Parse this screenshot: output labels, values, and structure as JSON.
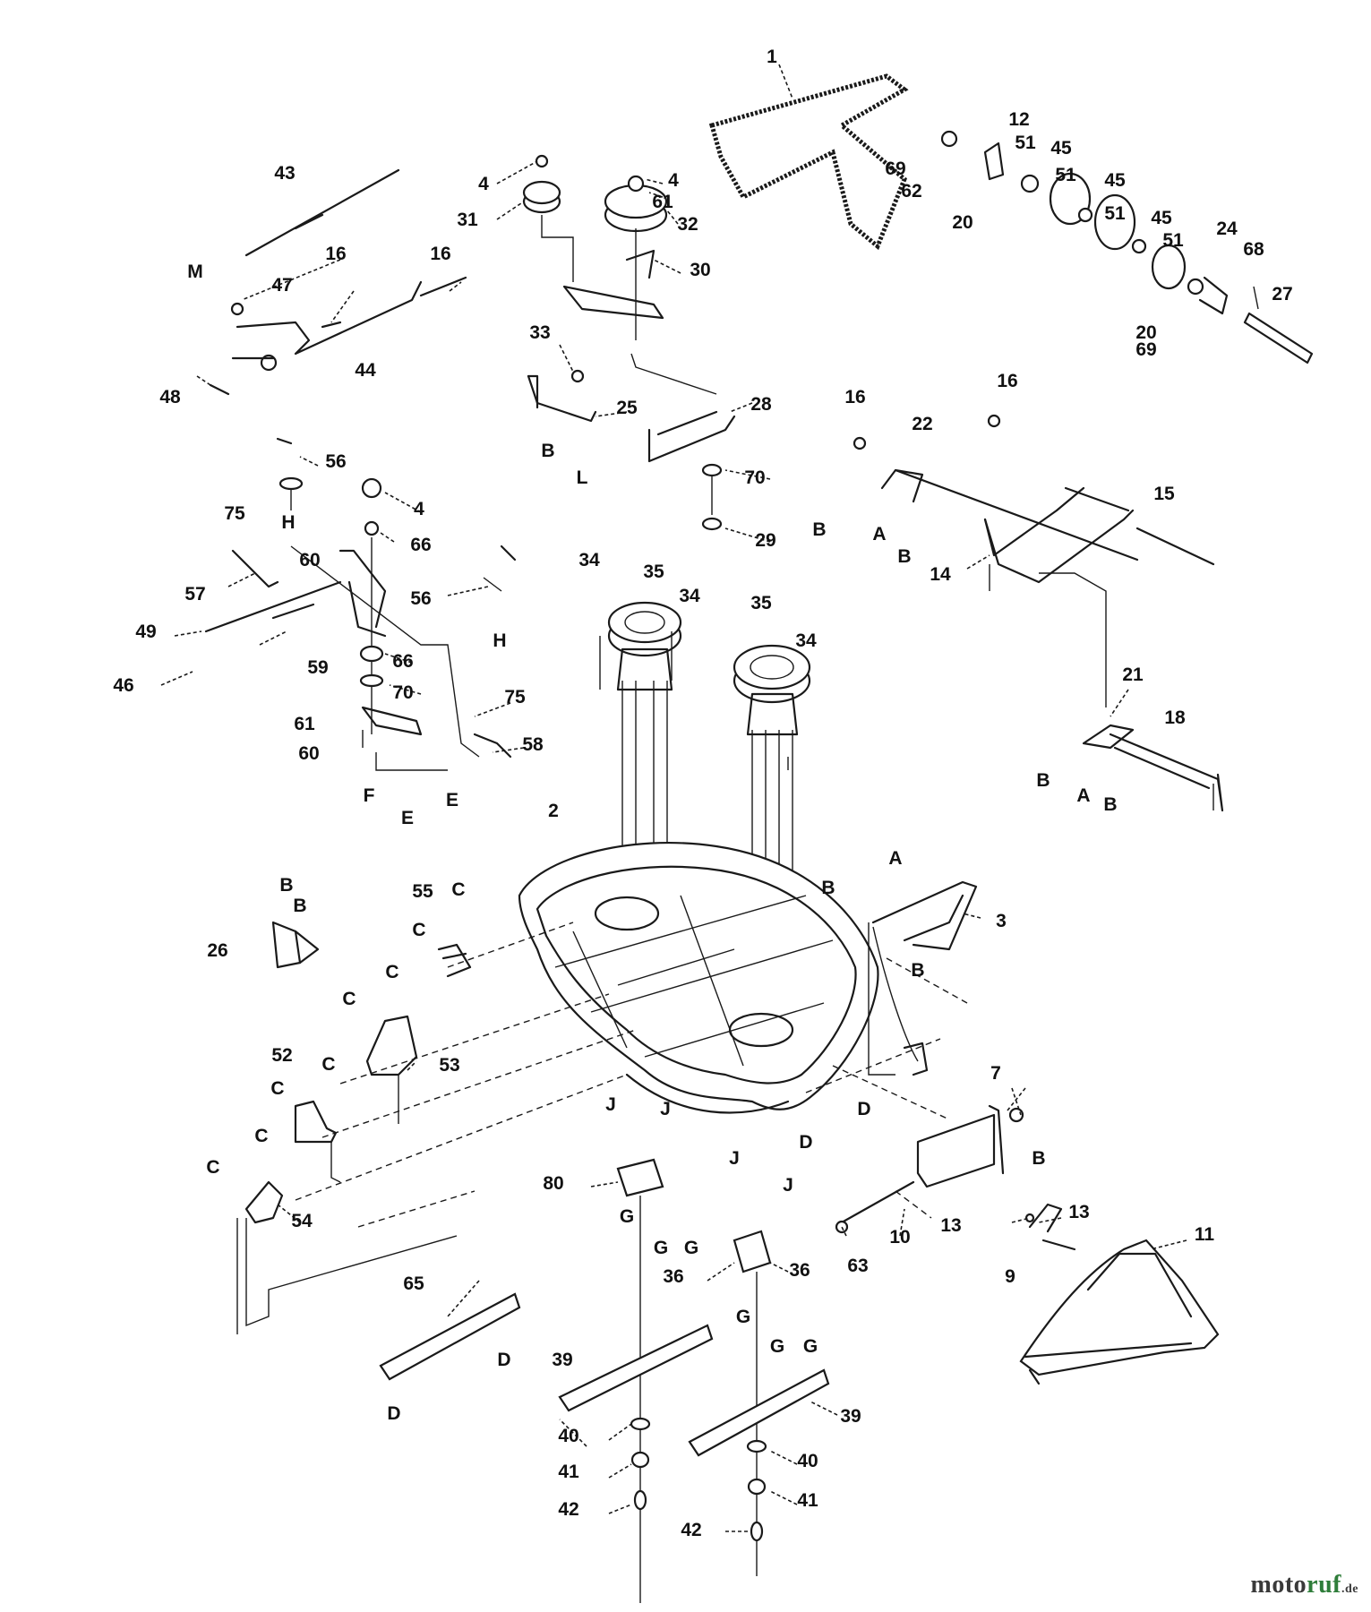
{
  "diagram": {
    "callouts": [
      "1",
      "2",
      "3",
      "4",
      "7",
      "9",
      "10",
      "11",
      "12",
      "13",
      "14",
      "15",
      "16",
      "18",
      "20",
      "21",
      "22",
      "24",
      "25",
      "26",
      "27",
      "28",
      "29",
      "30",
      "31",
      "32",
      "33",
      "34",
      "35",
      "36",
      "39",
      "40",
      "41",
      "42",
      "43",
      "44",
      "45",
      "46",
      "47",
      "48",
      "49",
      "51",
      "52",
      "53",
      "54",
      "55",
      "56",
      "57",
      "58",
      "59",
      "60",
      "61",
      "62",
      "63",
      "65",
      "66",
      "68",
      "69",
      "70",
      "75",
      "80"
    ],
    "connectors": [
      "A",
      "B",
      "C",
      "D",
      "E",
      "F",
      "G",
      "H",
      "J",
      "L",
      "M"
    ]
  },
  "watermark": {
    "part1": "moto",
    "part2": "ruf",
    "part3": ".de"
  }
}
